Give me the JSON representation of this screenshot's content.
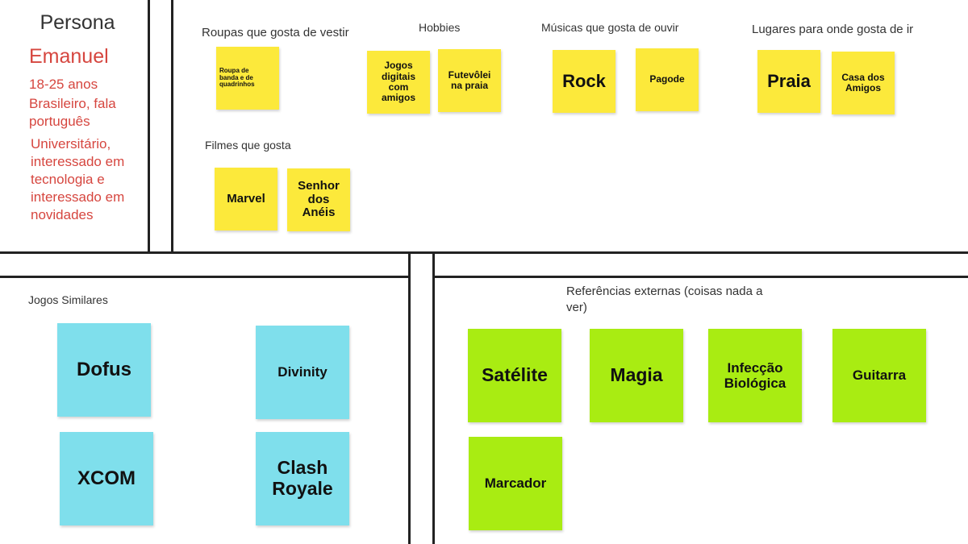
{
  "persona": {
    "title": "Persona",
    "name": "Emanuel",
    "age": "18-25 anos",
    "origin_line1": "Brasileiro, fala",
    "origin_line2": "português",
    "bio_line1": "Universitário,",
    "bio_line2": "interessado em",
    "bio_line3": "tecnologia e",
    "bio_line4": "interessado em",
    "bio_line5": "novidades"
  },
  "sections": {
    "clothes": "Roupas que gosta de vestir",
    "hobbies": "Hobbies",
    "music": "Músicas que gosta de ouvir",
    "places": "Lugares para onde gosta de ir",
    "movies": "Filmes que gosta",
    "similar_games": "Jogos Similares",
    "external_refs_line1": "Referências externas (coisas nada a",
    "external_refs_line2": "ver)"
  },
  "notes": {
    "clothes_1_line1": "Roupa de",
    "clothes_1_line2": "banda e de",
    "clothes_1_line3": "quadrinhos",
    "hobby_1_line1": "Jogos",
    "hobby_1_line2": "digitais",
    "hobby_1_line3": "com",
    "hobby_1_line4": "amigos",
    "hobby_2_line1": "Futevôlei",
    "hobby_2_line2": "na praia",
    "music_1": "Rock",
    "music_2": "Pagode",
    "place_1": "Praia",
    "place_2_line1": "Casa dos",
    "place_2_line2": "Amigos",
    "movie_1": "Marvel",
    "movie_2_line1": "Senhor",
    "movie_2_line2": "dos",
    "movie_2_line3": "Anéis",
    "game_1": "Dofus",
    "game_2": "Divinity",
    "game_3": "XCOM",
    "game_4_line1": "Clash",
    "game_4_line2": "Royale",
    "ref_1": "Satélite",
    "ref_2": "Magia",
    "ref_3_line1": "Infecção",
    "ref_3_line2": "Biológica",
    "ref_4": "Guitarra",
    "ref_5": "Marcador"
  },
  "colors": {
    "persona_text": "#d6463f",
    "yellow_note": "#fce93b",
    "cyan_note": "#7fdfec",
    "green_note": "#a9ec12"
  }
}
